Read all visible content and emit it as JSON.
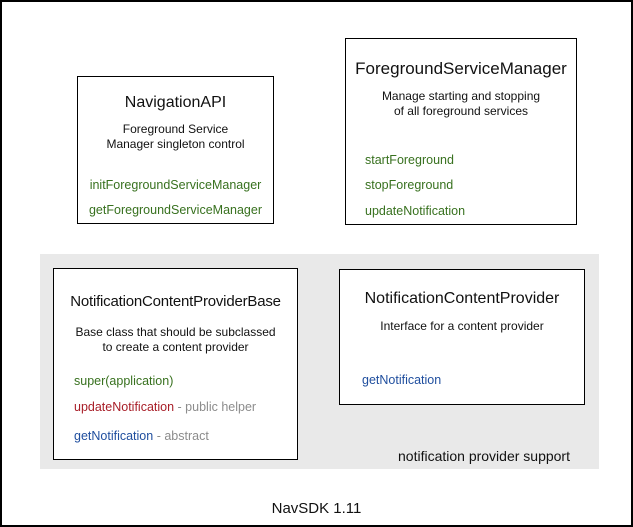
{
  "diagram": {
    "footer_label": "NavSDK 1.11",
    "group_label": "notification provider support",
    "colors": {
      "method_green": "#38711f",
      "member_red": "#a81e28",
      "member_blue": "#1f4e9e",
      "annotation_gray": "#8c8c8c",
      "group_background": "#e9e9e9",
      "box_border": "#000000",
      "canvas_background": "#ffffff"
    },
    "boxes": {
      "navigation_api": {
        "title": "NavigationAPI",
        "description_line1": "Foreground Service",
        "description_line2": "Manager singleton control",
        "methods": [
          "initForegroundServiceManager",
          "getForegroundServiceManager"
        ]
      },
      "foreground_service_manager": {
        "title": "ForegroundServiceManager",
        "description_line1": "Manage starting and stopping",
        "description_line2": "of all foreground services",
        "methods": [
          "startForeground",
          "stopForeground",
          "updateNotification"
        ]
      },
      "notification_content_provider_base": {
        "title": "NotificationContentProviderBase",
        "description_line1": "Base class that should be subclassed",
        "description_line2": "to create a content provider",
        "members": [
          {
            "name": "super(application)",
            "annotation": "",
            "color": "green"
          },
          {
            "name": "updateNotification",
            "annotation": " - public helper",
            "color": "red"
          },
          {
            "name": "getNotification",
            "annotation": " - abstract",
            "color": "blue"
          }
        ]
      },
      "notification_content_provider": {
        "title": "NotificationContentProvider",
        "description_line1": "Interface for a content provider",
        "methods": [
          "getNotification"
        ]
      }
    }
  }
}
